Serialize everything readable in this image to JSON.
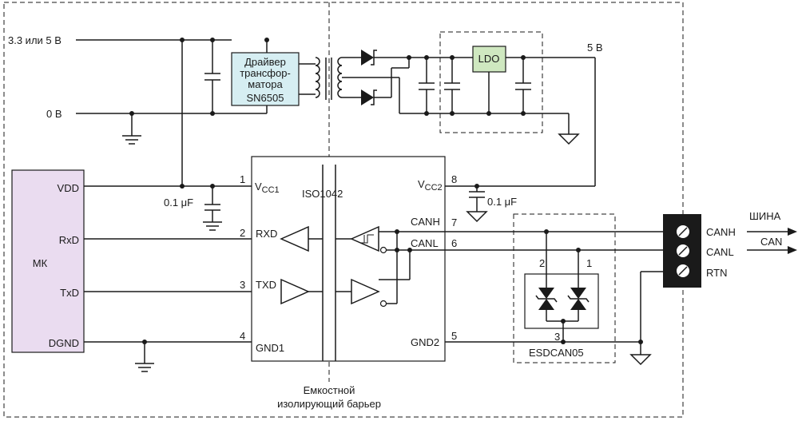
{
  "power": {
    "vin_label": "3.3 или 5 В",
    "gnd_label": "0 В",
    "vout_label": "5 В"
  },
  "driver": {
    "line1": "Драйвер",
    "line2": "трансфор-",
    "line3": "матора",
    "part": "SN6505"
  },
  "ldo_label": "LDO",
  "mcu": {
    "name": "МК",
    "pins": [
      "VDD",
      "RxD",
      "TxD",
      "DGND"
    ]
  },
  "iso": {
    "name": "ISO1042",
    "vcc1": "V",
    "vcc1_sub": "CC1",
    "vcc2": "V",
    "vcc2_sub": "CC2",
    "rxd": "RXD",
    "txd": "TXD",
    "gnd1": "GND1",
    "gnd2": "GND2",
    "canh": "CANH",
    "canl": "CANL",
    "pin_numbers": [
      "1",
      "2",
      "3",
      "4",
      "8",
      "7",
      "6",
      "5"
    ]
  },
  "caps": {
    "c1": "0.1 μF",
    "c2": "0.1 μF"
  },
  "esd": {
    "name": "ESDCAN05",
    "pin1": "1",
    "pin2": "2",
    "pin3": "3"
  },
  "connector": {
    "canh": "CANH",
    "canl": "CANL",
    "rtn": "RTN"
  },
  "bus": {
    "line1": "ШИНА",
    "line2": "CAN"
  },
  "barrier": {
    "line1": "Емкостной",
    "line2": "изолирующий барьер"
  },
  "colors": {
    "mcu_fill": "#eadcf0",
    "driver_fill": "#d6eef2",
    "ldo_fill": "#cfe8c0"
  }
}
